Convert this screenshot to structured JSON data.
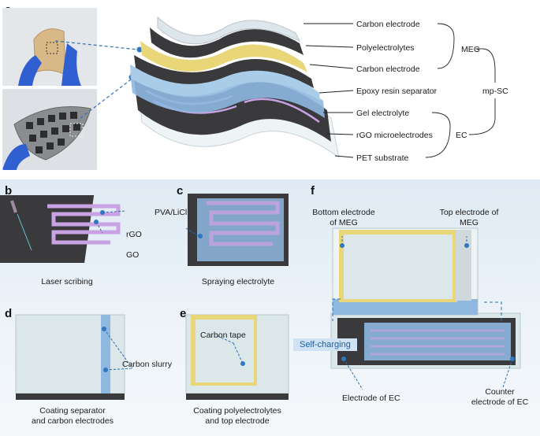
{
  "panels": {
    "a": "a",
    "b": "b",
    "c": "c",
    "d": "d",
    "e": "e",
    "f": "f"
  },
  "panel_a": {
    "layers": [
      "Carbon electrode",
      "Polyelectrolytes",
      "Carbon electrode",
      "Epoxy resin separator",
      "Gel electrolyte",
      "rGO microelectrodes",
      "PET substrate"
    ],
    "group_meg": "MEG",
    "group_ec": "EC",
    "group_all": "mp-SC"
  },
  "panel_b": {
    "caption": "Laser scribing",
    "label_rgo": "rGO",
    "label_go": "GO"
  },
  "panel_c": {
    "caption": "Spraying electrolyte",
    "label": "PVA/LiCl"
  },
  "panel_d": {
    "caption_line1": "Coating separator",
    "caption_line2": "and carbon electrodes",
    "label": "Carbon slurry"
  },
  "panel_e": {
    "caption_line1": "Coating polyelectrolytes",
    "caption_line2": "and top electrode",
    "label": "Carbon tape"
  },
  "panel_f": {
    "bottom_meg_line1": "Bottom electrode",
    "bottom_meg_line2": "of MEG",
    "top_meg_line1": "Top electrode of",
    "top_meg_line2": "MEG",
    "self_charging": "Self-charging",
    "electrode_ec": "Electrode of EC",
    "counter_ec_line1": "Counter",
    "counter_ec_line2": "electrode of EC"
  },
  "colors": {
    "dark": "#3a3a3c",
    "purple": "#c9a2e3",
    "blue": "#8fb8e0",
    "light": "#e6eef0",
    "yellow": "#e9d679",
    "leader": "#2f6fb3",
    "dot": "#2f77c0"
  }
}
